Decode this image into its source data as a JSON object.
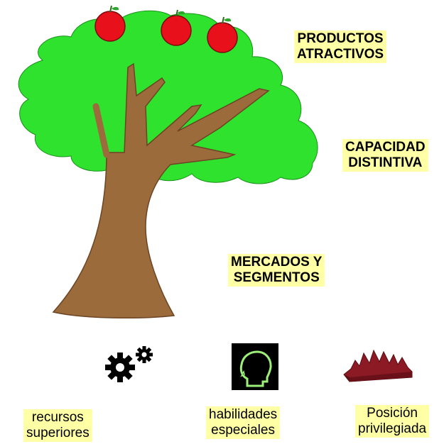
{
  "labels": {
    "productos": [
      "PRODUCTOS",
      "ATRACTIVOS"
    ],
    "capacidad": [
      "CAPACIDAD",
      "DISTINTIVA"
    ],
    "mercados": [
      "MERCADOS Y",
      "SEGMENTOS"
    ]
  },
  "resources": {
    "recursos": [
      "recursos",
      "superiores"
    ],
    "habilidades": [
      "habilidades",
      "especiales"
    ],
    "posicion": [
      "Posición",
      "privilegiada"
    ]
  },
  "colors": {
    "foliage": "#2ee22e",
    "trunk": "#9c6b3c",
    "apple": "#e8101a",
    "label_bg": "#ffffa6",
    "position_icon": "#8b1a24"
  },
  "icons": [
    "gears-icon",
    "head-silhouette-icon",
    "jagged-mountain-icon"
  ]
}
